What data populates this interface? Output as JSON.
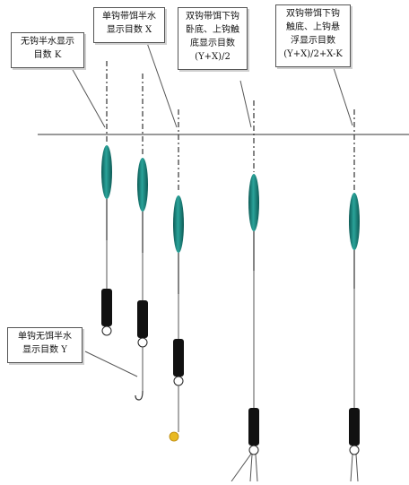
{
  "colors": {
    "float_body": "#1f8a82",
    "float_body_dark": "#0d5a55",
    "sinker": "#111111",
    "bait": "#e8b923",
    "line": "#333333"
  },
  "callouts": [
    {
      "id": "no-hook-half-water",
      "lines": [
        "无钩半水显示",
        "目数 K"
      ]
    },
    {
      "id": "single-hook-bait-half-water",
      "lines": [
        "单钩带饵半水",
        "显示目数 X"
      ]
    },
    {
      "id": "double-hook-bait-bottom-touch",
      "lines": [
        "双钩带饵下钩",
        "卧底、上钩触",
        "底显示目数",
        "(Y+X)/2"
      ]
    },
    {
      "id": "double-hook-bait-upper-float",
      "lines": [
        "双钩带饵下钩",
        "触底、上钩悬",
        "浮显示目数",
        "(Y+X)/2+X-K"
      ]
    },
    {
      "id": "single-hook-no-bait-half-water",
      "lines": [
        "单钩无饵半水",
        "显示目数 Y"
      ]
    }
  ]
}
